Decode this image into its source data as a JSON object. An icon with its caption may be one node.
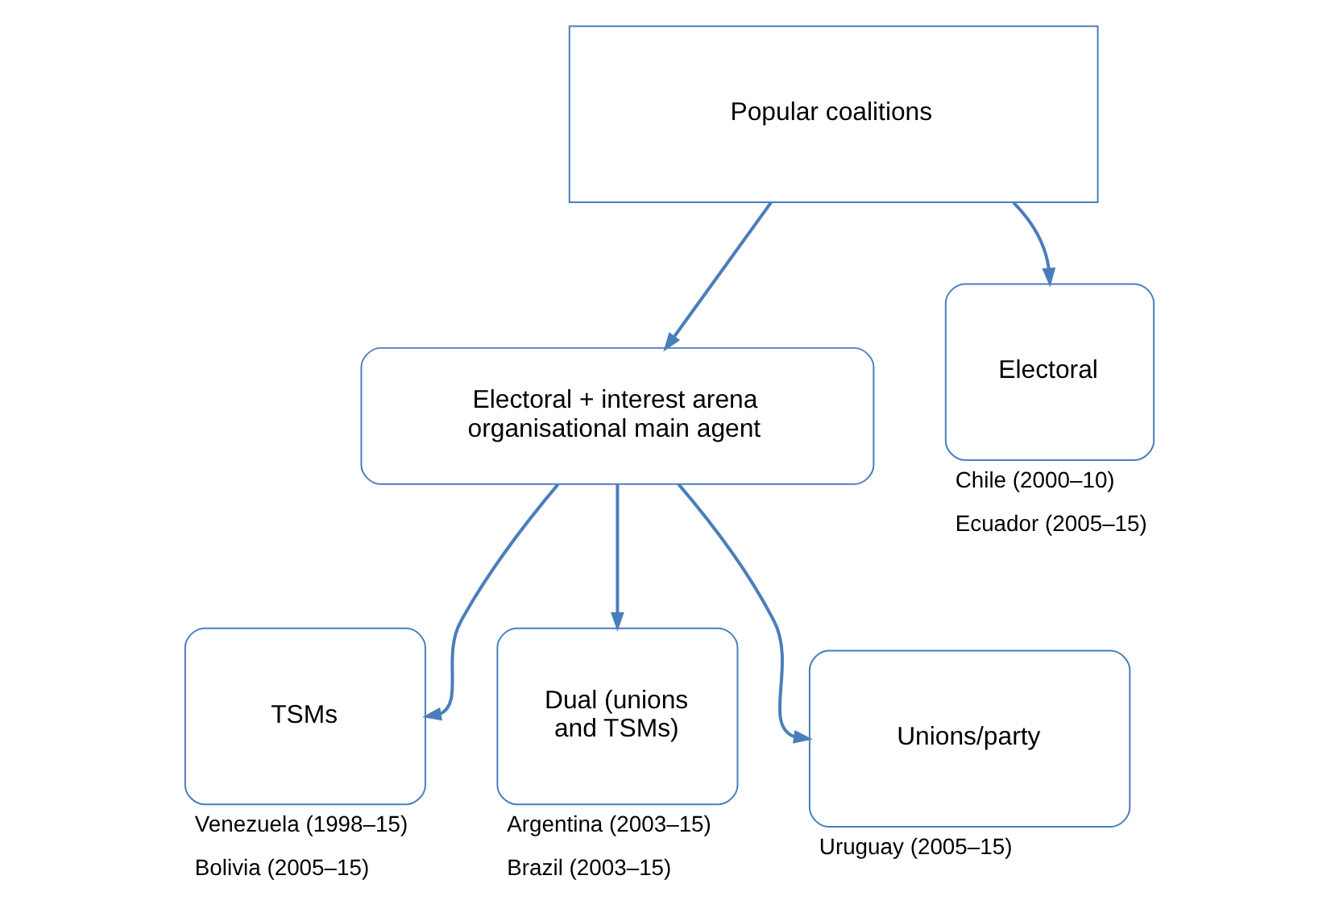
{
  "diagram": {
    "nodes": [
      {
        "text": [
          "Popular coalitions"
        ]
      },
      {
        "text": [
          "Electoral + interest arena organisational main agent"
        ]
      },
      {
        "text": [
          "Electoral"
        ],
        "beside": [
          "Chile (2000–10)",
          "Ecuador (2005–15)"
        ]
      },
      {
        "text": [
          "TSMs"
        ],
        "beside": [
          "Venezuela (1998–15)",
          "Bolivia (2005–15)"
        ]
      },
      {
        "text": [
          "Dual (unions and TSMs)"
        ],
        "beside": [
          "Argentina (2003–15)",
          "Brazil (2003–15)"
        ]
      },
      {
        "text": [
          "Unions/party"
        ],
        "beside": [
          "Uruguay (2005–15)"
        ]
      }
    ],
    "edges": [
      {
        "from": 0,
        "to": 2,
        "arrow": "to"
      },
      {
        "from": 0,
        "to": 1,
        "arrow": "to"
      },
      {
        "from": 1,
        "to": 3,
        "arrow": "to"
      },
      {
        "from": 1,
        "to": 4,
        "arrow": "to"
      },
      {
        "from": 1,
        "to": 5,
        "arrow": "to"
      }
    ]
  }
}
